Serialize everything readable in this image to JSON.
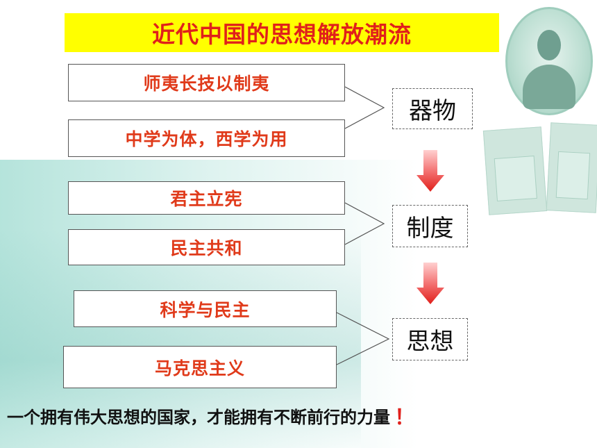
{
  "title": "近代中国的思想解放潮流",
  "items": [
    "师夷长技以制夷",
    "中学为体，西学为用",
    "君主立宪",
    "民主共和",
    "科学与民主",
    "马克思主义"
  ],
  "categories": [
    "器物",
    "制度",
    "思想"
  ],
  "conclusion": "一个拥有伟大思想的国家，才能拥有不断前行的力量",
  "conclusion_mark": "！",
  "colors": {
    "title_bg": "#ffff00",
    "title_text": "#e0201b",
    "item_text": "#e03a1a",
    "arrow": "#e0201b"
  }
}
